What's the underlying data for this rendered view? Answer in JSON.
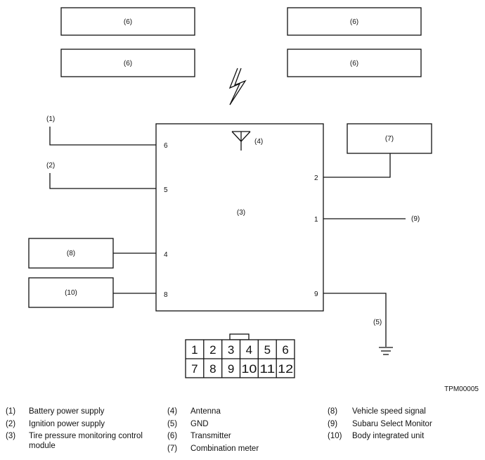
{
  "diagram": {
    "transmitter_label": "(6)",
    "module_label": "(3)",
    "antenna_label": "(4)",
    "gnd_label": "(5)",
    "combination_meter_label": "(7)",
    "vehicle_speed_label": "(8)",
    "select_monitor_label": "(9)",
    "body_unit_label": "(10)",
    "battery_label": "(1)",
    "ignition_label": "(2)",
    "pins": {
      "battery": "6",
      "ignition": "5",
      "speed": "4",
      "body": "8",
      "meter": "2",
      "monitor": "1",
      "gnd": "9"
    },
    "connector_top": [
      "1",
      "2",
      "3",
      "4",
      "5",
      "6"
    ],
    "connector_bottom": [
      "7",
      "8",
      "9",
      "10",
      "11",
      "12"
    ],
    "figure_code": "TPM00005"
  },
  "legend": [
    {
      "num": "(1)",
      "text": "Battery power supply"
    },
    {
      "num": "(2)",
      "text": "Ignition power supply"
    },
    {
      "num": "(3)",
      "text": "Tire pressure monitoring control module"
    },
    {
      "num": "(4)",
      "text": "Antenna"
    },
    {
      "num": "(5)",
      "text": "GND"
    },
    {
      "num": "(6)",
      "text": "Transmitter"
    },
    {
      "num": "(7)",
      "text": "Combination meter"
    },
    {
      "num": "(8)",
      "text": "Vehicle speed signal"
    },
    {
      "num": "(9)",
      "text": "Subaru Select Monitor"
    },
    {
      "num": "(10)",
      "text": "Body integrated unit"
    }
  ]
}
